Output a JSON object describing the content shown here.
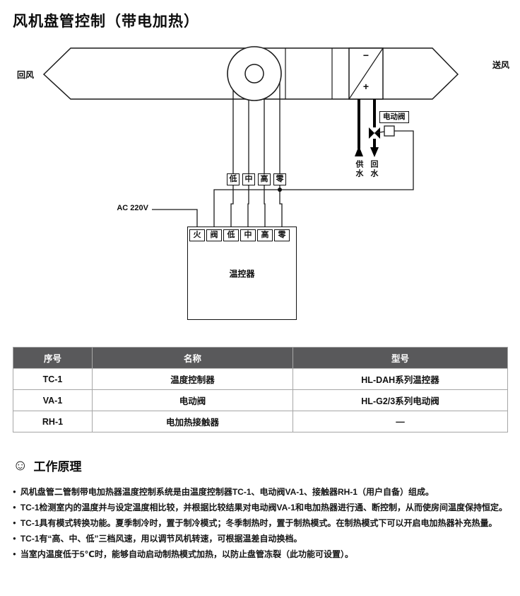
{
  "page": {
    "title": "风机盘管控制（带电加热）"
  },
  "diagram": {
    "return_air": "回风",
    "supply_air": "送风",
    "coil_minus": "−",
    "coil_plus": "+",
    "electric_valve_label": "电动阀",
    "supply_water": "供水",
    "return_water": "回水",
    "power_label": "AC 220V",
    "wire_labels": [
      "低",
      "中",
      "高",
      "零"
    ],
    "terminals": [
      "火",
      "阀",
      "低",
      "中",
      "高",
      "零"
    ],
    "controller_label": "温控器"
  },
  "table": {
    "headers": [
      "序号",
      "名称",
      "型号"
    ],
    "rows": [
      [
        "TC-1",
        "温度控制器",
        "HL-DAH系列温控器"
      ],
      [
        "VA-1",
        "电动阀",
        "HL-G2/3系列电动阀"
      ],
      [
        "RH-1",
        "电加热接触器",
        "—"
      ]
    ]
  },
  "principle": {
    "icon": "☺",
    "heading": "工作原理",
    "bullet_marker": "●",
    "bullets": [
      "风机盘管二管制带电加热器温度控制系统是由温度控制器TC-1、电动阀VA-1、接触器RH-1（用户自备）组成。",
      "TC-1检测室内的温度并与设定温度相比较，并根据比较结果对电动阀VA-1和电加热器进行通、断控制，从而使房间温度保持恒定。",
      "TC-1具有模式转换功能。夏季制冷时，置于制冷模式；冬季制热时，置于制热模式。在制热模式下可以开启电加热器补充热量。",
      "TC-1有“高、中、低”三档风速，用以调节风机转速，可根据温差自动换档。",
      "当室内温度低于5℃时，能够自动启动制热模式加热，以防止盘管冻裂（此功能可设置）。"
    ]
  }
}
